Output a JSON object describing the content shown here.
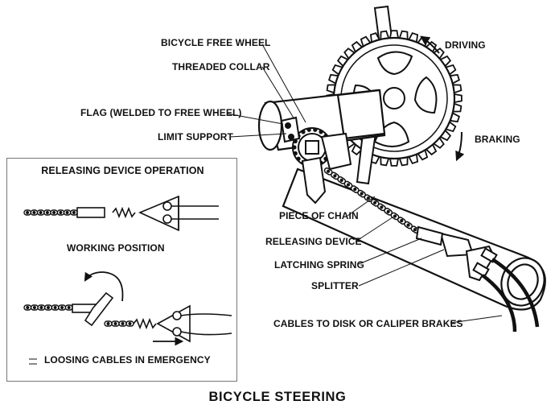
{
  "title": "BICYCLE STEERING",
  "labels": {
    "free_wheel": "BICYCLE FREE WHEEL",
    "threaded_collar": "THREADED COLLAR",
    "flag": "FLAG (WELDED TO FREE WHEEL)",
    "limit_support": "LIMIT SUPPORT",
    "piece_of_chain": "PIECE OF CHAIN",
    "releasing_device": "RELEASING DEVICE",
    "latching_spring": "LATCHING SPRING",
    "splitter": "SPLITTER",
    "cables": "CABLES TO DISK OR CALIPER BRAKES",
    "driving": "DRIVING",
    "braking": "BRAKING"
  },
  "inset": {
    "title": "RELEASING DEVICE OPERATION",
    "working_position": "WORKING POSITION",
    "emergency": "LOOSING CABLES IN EMERGENCY"
  }
}
